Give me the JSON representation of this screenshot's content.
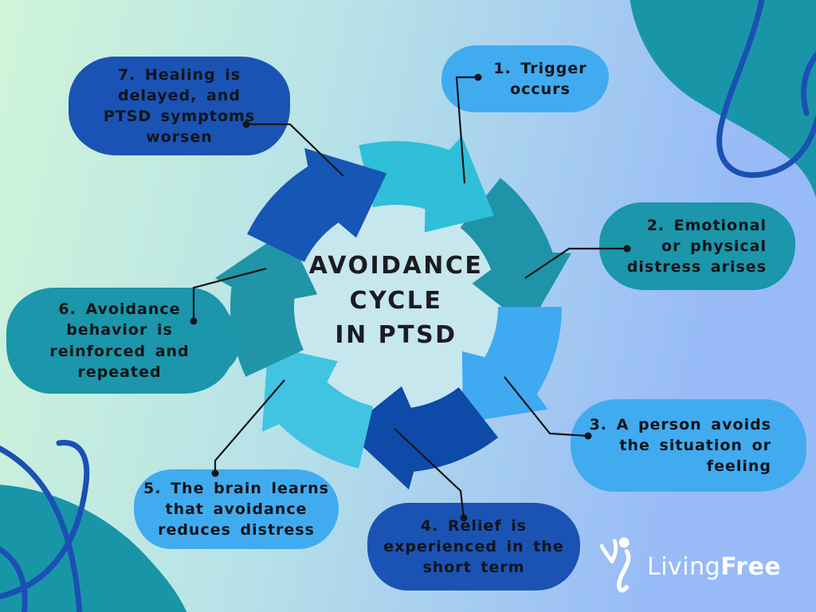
{
  "title": {
    "text": "AVOIDANCE\nCYCLE\nIN PTSD"
  },
  "steps": [
    {
      "label": "1. Trigger\noccurs",
      "color": "#41abf0"
    },
    {
      "label": "2. Emotional\nor physical\ndistress arises",
      "color": "#1b96aa"
    },
    {
      "label": "3. A person avoids\nthe situation or\nfeeling",
      "color": "#41abf0"
    },
    {
      "label": "4. Relief is\nexperienced in the\nshort term",
      "color": "#1a53b4"
    },
    {
      "label": "5. The brain learns\nthat avoidance\nreduces distress",
      "color": "#41abf0"
    },
    {
      "label": "6. Avoidance\nbehavior is\nreinforced and\nrepeated",
      "color": "#1b96aa"
    },
    {
      "label": "7. Healing is\ndelayed, and\nPTSD symptoms\nworsen",
      "color": "#1a53b4"
    }
  ],
  "cycle": {
    "type": "circular-arrow-cycle",
    "arrow_colors": [
      "#1656b4",
      "#2fbfd8",
      "#1f93a8",
      "#3fa9f2",
      "#0e4aa8",
      "#41c3e2",
      "#2095a8"
    ]
  },
  "logo": {
    "brand_regular": "Living",
    "brand_bold": "Free"
  },
  "colors": {
    "background_left": "#cff5d9",
    "background_mid": "#b7e2e8",
    "background_right": "#98bbf7",
    "decor_teal": "#1896a8",
    "squiggle_blue": "#1b50b4",
    "connector": "#14151a",
    "inner_disc": "#c7e7ee",
    "logo_white": "#ffffff"
  }
}
